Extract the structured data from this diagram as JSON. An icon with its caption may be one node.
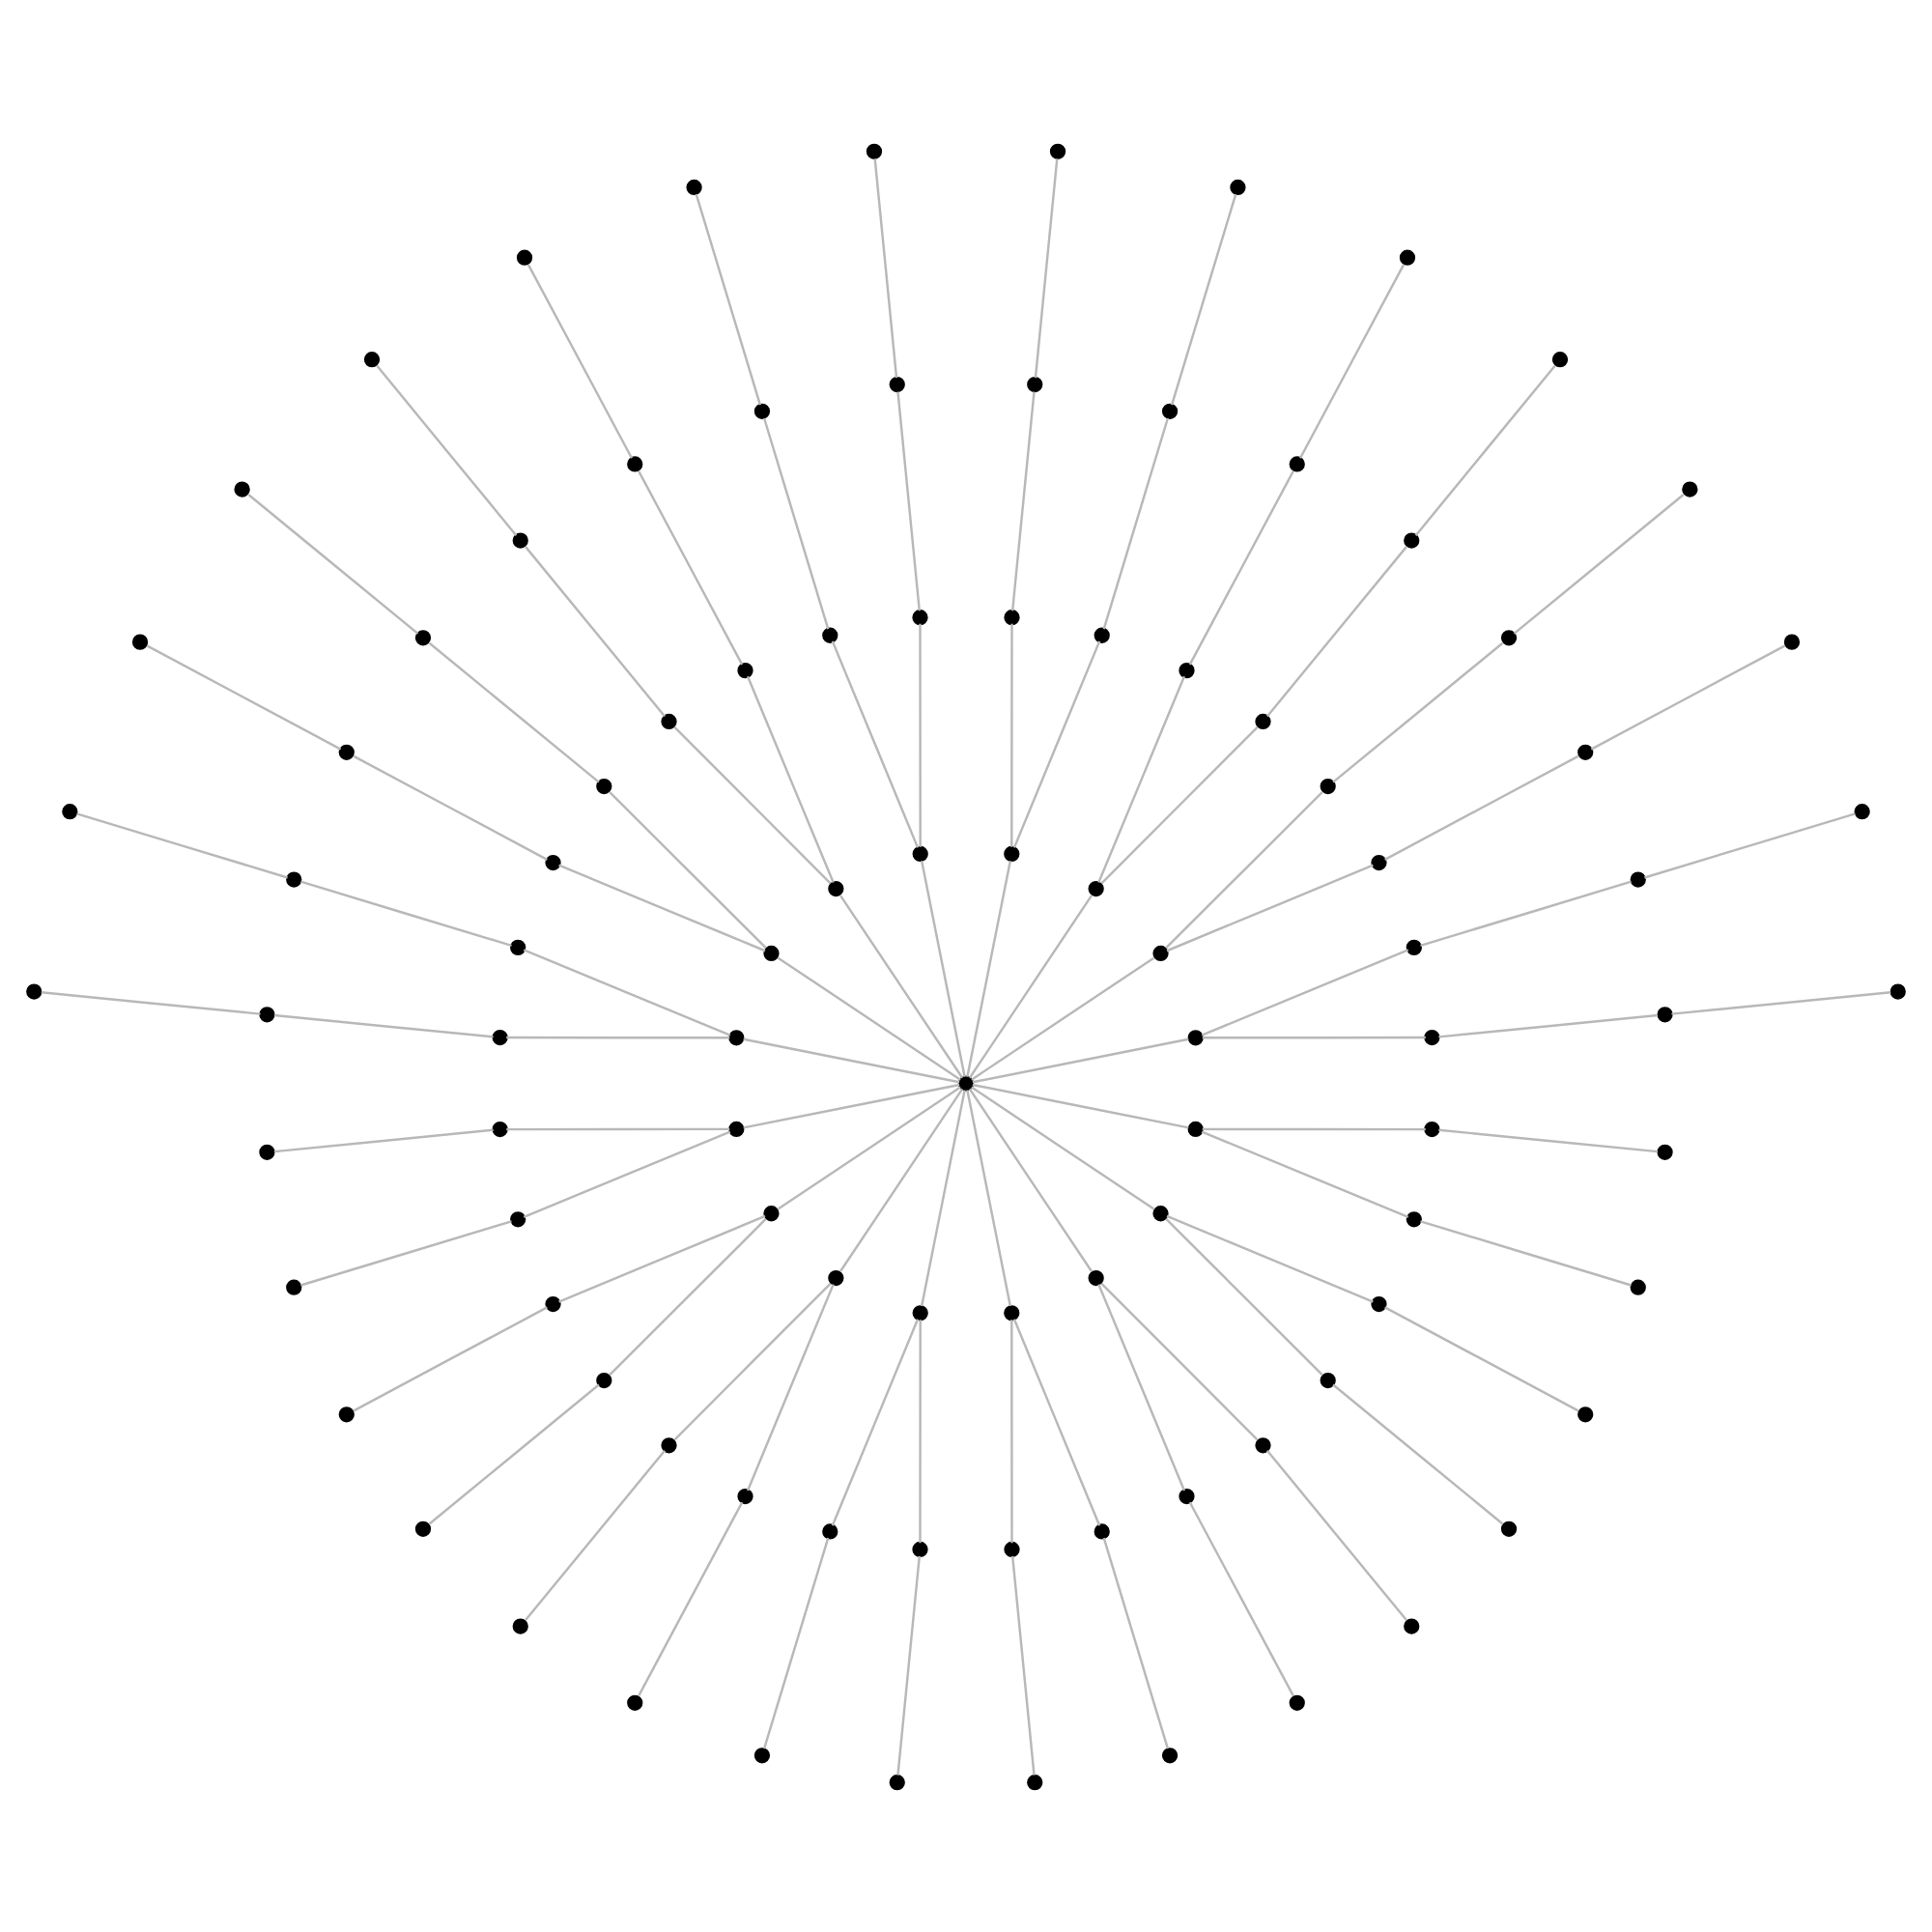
{
  "diagram": {
    "nodes": [
      {
        "text": [],
        "shape": "circle"
      },
      {
        "text": [],
        "shape": "circle"
      },
      {
        "text": [],
        "shape": "circle"
      },
      {
        "text": [],
        "shape": "circle"
      },
      {
        "text": [],
        "shape": "circle"
      },
      {
        "text": [],
        "shape": "circle"
      },
      {
        "text": [],
        "shape": "circle"
      },
      {
        "text": [],
        "shape": "circle"
      },
      {
        "text": [],
        "shape": "circle"
      },
      {
        "text": [],
        "shape": "circle"
      },
      {
        "text": [],
        "shape": "circle"
      },
      {
        "text": [],
        "shape": "circle"
      },
      {
        "text": [],
        "shape": "circle"
      },
      {
        "text": [],
        "shape": "circle"
      },
      {
        "text": [],
        "shape": "circle"
      },
      {
        "text": [],
        "shape": "circle"
      },
      {
        "text": [],
        "shape": "circle"
      },
      {
        "text": [],
        "shape": "circle"
      },
      {
        "text": [],
        "shape": "circle"
      },
      {
        "text": [],
        "shape": "circle"
      },
      {
        "text": [],
        "shape": "circle"
      },
      {
        "text": [],
        "shape": "circle"
      },
      {
        "text": [],
        "shape": "circle"
      },
      {
        "text": [],
        "shape": "circle"
      },
      {
        "text": [],
        "shape": "circle"
      },
      {
        "text": [],
        "shape": "circle"
      },
      {
        "text": [],
        "shape": "circle"
      },
      {
        "text": [],
        "shape": "circle"
      },
      {
        "text": [],
        "shape": "circle"
      },
      {
        "text": [],
        "shape": "circle"
      },
      {
        "text": [],
        "shape": "circle"
      },
      {
        "text": [],
        "shape": "circle"
      },
      {
        "text": [],
        "shape": "circle"
      },
      {
        "text": [],
        "shape": "circle"
      },
      {
        "text": [],
        "shape": "circle"
      },
      {
        "text": [],
        "shape": "circle"
      },
      {
        "text": [],
        "shape": "circle"
      },
      {
        "text": [],
        "shape": "circle"
      },
      {
        "text": [],
        "shape": "circle"
      },
      {
        "text": [],
        "shape": "circle"
      },
      {
        "text": [],
        "shape": "circle"
      },
      {
        "text": [],
        "shape": "circle"
      },
      {
        "text": [],
        "shape": "circle"
      },
      {
        "text": [],
        "shape": "circle"
      },
      {
        "text": [],
        "shape": "circle"
      },
      {
        "text": [],
        "shape": "circle"
      },
      {
        "text": [],
        "shape": "circle"
      },
      {
        "text": [],
        "shape": "circle"
      },
      {
        "text": [],
        "shape": "circle"
      },
      {
        "text": [],
        "shape": "circle"
      },
      {
        "text": [],
        "shape": "circle"
      },
      {
        "text": [],
        "shape": "circle"
      },
      {
        "text": [],
        "shape": "circle"
      },
      {
        "text": [],
        "shape": "circle"
      },
      {
        "text": [],
        "shape": "circle"
      },
      {
        "text": [],
        "shape": "circle"
      },
      {
        "text": [],
        "shape": "circle"
      },
      {
        "text": [],
        "shape": "circle"
      },
      {
        "text": [],
        "shape": "circle"
      },
      {
        "text": [],
        "shape": "circle"
      },
      {
        "text": [],
        "shape": "circle"
      },
      {
        "text": [],
        "shape": "circle"
      },
      {
        "text": [],
        "shape": "circle"
      },
      {
        "text": [],
        "shape": "circle"
      },
      {
        "text": [],
        "shape": "circle"
      },
      {
        "text": [],
        "shape": "circle"
      },
      {
        "text": [],
        "shape": "circle"
      },
      {
        "text": [],
        "shape": "circle"
      },
      {
        "text": [],
        "shape": "circle"
      },
      {
        "text": [],
        "shape": "circle"
      },
      {
        "text": [],
        "shape": "circle"
      },
      {
        "text": [],
        "shape": "circle"
      },
      {
        "text": [],
        "shape": "circle"
      },
      {
        "text": [],
        "shape": "circle"
      },
      {
        "text": [],
        "shape": "circle"
      },
      {
        "text": [],
        "shape": "circle"
      },
      {
        "text": [],
        "shape": "circle"
      },
      {
        "text": [],
        "shape": "circle"
      },
      {
        "text": [],
        "shape": "circle"
      },
      {
        "text": [],
        "shape": "circle"
      },
      {
        "text": [],
        "shape": "circle"
      },
      {
        "text": [],
        "shape": "circle"
      },
      {
        "text": [],
        "shape": "circle"
      },
      {
        "text": [],
        "shape": "circle"
      },
      {
        "text": [],
        "shape": "circle"
      },
      {
        "text": [],
        "shape": "circle"
      },
      {
        "text": [],
        "shape": "circle"
      },
      {
        "text": [],
        "shape": "circle"
      },
      {
        "text": [],
        "shape": "circle"
      },
      {
        "text": [],
        "shape": "circle"
      },
      {
        "text": [],
        "shape": "circle"
      },
      {
        "text": [],
        "shape": "circle"
      },
      {
        "text": [],
        "shape": "circle"
      },
      {
        "text": [],
        "shape": "circle"
      },
      {
        "text": [],
        "shape": "circle"
      },
      {
        "text": [],
        "shape": "circle"
      },
      {
        "text": [],
        "shape": "circle"
      }
    ],
    "edges": [
      {
        "from": 0,
        "to": 1,
        "arrow": "none"
      },
      {
        "from": 0,
        "to": 2,
        "arrow": "none"
      },
      {
        "from": 0,
        "to": 3,
        "arrow": "none"
      },
      {
        "from": 0,
        "to": 4,
        "arrow": "none"
      },
      {
        "from": 0,
        "to": 5,
        "arrow": "none"
      },
      {
        "from": 0,
        "to": 6,
        "arrow": "none"
      },
      {
        "from": 0,
        "to": 7,
        "arrow": "none"
      },
      {
        "from": 0,
        "to": 8,
        "arrow": "none"
      },
      {
        "from": 0,
        "to": 9,
        "arrow": "none"
      },
      {
        "from": 0,
        "to": 10,
        "arrow": "none"
      },
      {
        "from": 0,
        "to": 11,
        "arrow": "none"
      },
      {
        "from": 0,
        "to": 12,
        "arrow": "none"
      },
      {
        "from": 0,
        "to": 13,
        "arrow": "none"
      },
      {
        "from": 0,
        "to": 14,
        "arrow": "none"
      },
      {
        "from": 0,
        "to": 15,
        "arrow": "none"
      },
      {
        "from": 0,
        "to": 16,
        "arrow": "none"
      },
      {
        "from": 1,
        "to": 17,
        "arrow": "none"
      },
      {
        "from": 1,
        "to": 18,
        "arrow": "none"
      },
      {
        "from": 2,
        "to": 19,
        "arrow": "none"
      },
      {
        "from": 2,
        "to": 20,
        "arrow": "none"
      },
      {
        "from": 3,
        "to": 21,
        "arrow": "none"
      },
      {
        "from": 3,
        "to": 22,
        "arrow": "none"
      },
      {
        "from": 4,
        "to": 23,
        "arrow": "none"
      },
      {
        "from": 4,
        "to": 24,
        "arrow": "none"
      },
      {
        "from": 5,
        "to": 25,
        "arrow": "none"
      },
      {
        "from": 5,
        "to": 26,
        "arrow": "none"
      },
      {
        "from": 6,
        "to": 27,
        "arrow": "none"
      },
      {
        "from": 6,
        "to": 28,
        "arrow": "none"
      },
      {
        "from": 7,
        "to": 29,
        "arrow": "none"
      },
      {
        "from": 7,
        "to": 30,
        "arrow": "none"
      },
      {
        "from": 8,
        "to": 31,
        "arrow": "none"
      },
      {
        "from": 8,
        "to": 32,
        "arrow": "none"
      },
      {
        "from": 9,
        "to": 33,
        "arrow": "none"
      },
      {
        "from": 9,
        "to": 34,
        "arrow": "none"
      },
      {
        "from": 10,
        "to": 35,
        "arrow": "none"
      },
      {
        "from": 10,
        "to": 36,
        "arrow": "none"
      },
      {
        "from": 11,
        "to": 37,
        "arrow": "none"
      },
      {
        "from": 11,
        "to": 38,
        "arrow": "none"
      },
      {
        "from": 12,
        "to": 39,
        "arrow": "none"
      },
      {
        "from": 12,
        "to": 40,
        "arrow": "none"
      },
      {
        "from": 13,
        "to": 41,
        "arrow": "none"
      },
      {
        "from": 13,
        "to": 42,
        "arrow": "none"
      },
      {
        "from": 14,
        "to": 43,
        "arrow": "none"
      },
      {
        "from": 14,
        "to": 44,
        "arrow": "none"
      },
      {
        "from": 15,
        "to": 45,
        "arrow": "none"
      },
      {
        "from": 15,
        "to": 46,
        "arrow": "none"
      },
      {
        "from": 16,
        "to": 47,
        "arrow": "none"
      },
      {
        "from": 16,
        "to": 48,
        "arrow": "none"
      },
      {
        "from": 17,
        "to": 49,
        "arrow": "none"
      },
      {
        "from": 18,
        "to": 50,
        "arrow": "none"
      },
      {
        "from": 19,
        "to": 51,
        "arrow": "none"
      },
      {
        "from": 20,
        "to": 52,
        "arrow": "none"
      },
      {
        "from": 21,
        "to": 53,
        "arrow": "none"
      },
      {
        "from": 22,
        "to": 54,
        "arrow": "none"
      },
      {
        "from": 23,
        "to": 55,
        "arrow": "none"
      },
      {
        "from": 24,
        "to": 56,
        "arrow": "none"
      },
      {
        "from": 25,
        "to": 57,
        "arrow": "none"
      },
      {
        "from": 26,
        "to": 58,
        "arrow": "none"
      },
      {
        "from": 27,
        "to": 59,
        "arrow": "none"
      },
      {
        "from": 28,
        "to": 60,
        "arrow": "none"
      },
      {
        "from": 29,
        "to": 61,
        "arrow": "none"
      },
      {
        "from": 30,
        "to": 62,
        "arrow": "none"
      },
      {
        "from": 31,
        "to": 63,
        "arrow": "none"
      },
      {
        "from": 32,
        "to": 64,
        "arrow": "none"
      },
      {
        "from": 33,
        "to": 65,
        "arrow": "none"
      },
      {
        "from": 34,
        "to": 66,
        "arrow": "none"
      },
      {
        "from": 35,
        "to": 67,
        "arrow": "none"
      },
      {
        "from": 36,
        "to": 68,
        "arrow": "none"
      },
      {
        "from": 37,
        "to": 69,
        "arrow": "none"
      },
      {
        "from": 38,
        "to": 70,
        "arrow": "none"
      },
      {
        "from": 39,
        "to": 71,
        "arrow": "none"
      },
      {
        "from": 40,
        "to": 72,
        "arrow": "none"
      },
      {
        "from": 41,
        "to": 73,
        "arrow": "none"
      },
      {
        "from": 42,
        "to": 74,
        "arrow": "none"
      },
      {
        "from": 43,
        "to": 75,
        "arrow": "none"
      },
      {
        "from": 44,
        "to": 76,
        "arrow": "none"
      },
      {
        "from": 45,
        "to": 77,
        "arrow": "none"
      },
      {
        "from": 46,
        "to": 78,
        "arrow": "none"
      },
      {
        "from": 47,
        "to": 79,
        "arrow": "none"
      },
      {
        "from": 48,
        "to": 80,
        "arrow": "none"
      },
      {
        "from": 49,
        "to": 81,
        "arrow": "none"
      },
      {
        "from": 50,
        "to": 82,
        "arrow": "none"
      },
      {
        "from": 51,
        "to": 83,
        "arrow": "none"
      },
      {
        "from": 52,
        "to": 84,
        "arrow": "none"
      },
      {
        "from": 53,
        "to": 85,
        "arrow": "none"
      },
      {
        "from": 54,
        "to": 86,
        "arrow": "none"
      },
      {
        "from": 55,
        "to": 87,
        "arrow": "none"
      },
      {
        "from": 56,
        "to": 88,
        "arrow": "none"
      },
      {
        "from": 57,
        "to": 89,
        "arrow": "none"
      },
      {
        "from": 58,
        "to": 90,
        "arrow": "none"
      },
      {
        "from": 59,
        "to": 91,
        "arrow": "none"
      },
      {
        "from": 60,
        "to": 92,
        "arrow": "none"
      },
      {
        "from": 61,
        "to": 93,
        "arrow": "none"
      },
      {
        "from": 62,
        "to": 94,
        "arrow": "none"
      },
      {
        "from": 63,
        "to": 95,
        "arrow": "none"
      },
      {
        "from": 64,
        "to": 96,
        "arrow": "none"
      }
    ]
  }
}
